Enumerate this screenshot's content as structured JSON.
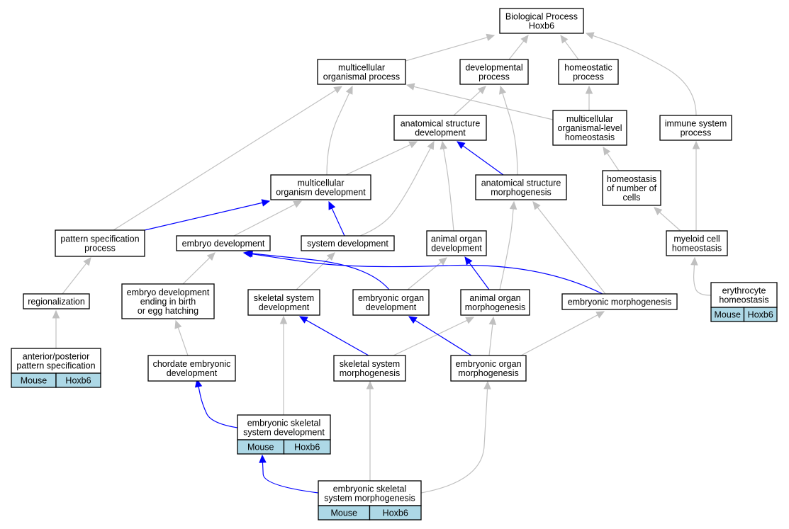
{
  "colors": {
    "box_stroke": "#000000",
    "box_fill": "#ffffff",
    "tag_fill": "#add8e6",
    "edge_is_a": "#c0c0c0",
    "edge_part_of": "#0000ff"
  },
  "nodes": [
    {
      "id": "biological-process",
      "lines": [
        "Biological Process",
        "Hoxb6"
      ]
    },
    {
      "id": "multicellular-organismal-process",
      "lines": [
        "multicellular",
        "organismal process"
      ]
    },
    {
      "id": "developmental-process",
      "lines": [
        "developmental",
        "process"
      ]
    },
    {
      "id": "homeostatic-process",
      "lines": [
        "homeostatic",
        "process"
      ]
    },
    {
      "id": "anatomical-structure-development",
      "lines": [
        "anatomical structure",
        "development"
      ]
    },
    {
      "id": "multicellular-organismal-level-homeostasis",
      "lines": [
        "multicellular",
        "organismal-level",
        "homeostasis"
      ]
    },
    {
      "id": "immune-system-process",
      "lines": [
        "immune system",
        "process"
      ]
    },
    {
      "id": "multicellular-organism-development",
      "lines": [
        "multicellular",
        "organism development"
      ]
    },
    {
      "id": "anatomical-structure-morphogenesis",
      "lines": [
        "anatomical structure",
        "morphogenesis"
      ]
    },
    {
      "id": "homeostasis-of-number-of-cells",
      "lines": [
        "homeostasis",
        "of number of",
        "cells"
      ]
    },
    {
      "id": "pattern-specification-process",
      "lines": [
        "pattern specification",
        "process"
      ]
    },
    {
      "id": "embryo-development",
      "lines": [
        "embryo development"
      ]
    },
    {
      "id": "system-development",
      "lines": [
        "system development"
      ]
    },
    {
      "id": "animal-organ-development",
      "lines": [
        "animal organ",
        "development"
      ]
    },
    {
      "id": "myeloid-cell-homeostasis",
      "lines": [
        "myeloid cell",
        "homeostasis"
      ]
    },
    {
      "id": "regionalization",
      "lines": [
        "regionalization"
      ]
    },
    {
      "id": "embryo-development-ending-in-birth",
      "lines": [
        "embryo development",
        "ending in birth",
        "or egg hatching"
      ]
    },
    {
      "id": "skeletal-system-development",
      "lines": [
        "skeletal system",
        "development"
      ]
    },
    {
      "id": "embryonic-organ-development",
      "lines": [
        "embryonic organ",
        "development"
      ]
    },
    {
      "id": "animal-organ-morphogenesis",
      "lines": [
        "animal organ",
        "morphogenesis"
      ]
    },
    {
      "id": "embryonic-morphogenesis",
      "lines": [
        "embryonic morphogenesis"
      ]
    },
    {
      "id": "erythrocyte-homeostasis",
      "lines": [
        "erythrocyte",
        "homeostasis"
      ],
      "tags": [
        "Mouse",
        "Hoxb6"
      ]
    },
    {
      "id": "anterior-posterior-pattern-specification",
      "lines": [
        "anterior/posterior",
        "pattern specification"
      ],
      "tags": [
        "Mouse",
        "Hoxb6"
      ]
    },
    {
      "id": "chordate-embryonic-development",
      "lines": [
        "chordate embryonic",
        "development"
      ]
    },
    {
      "id": "skeletal-system-morphogenesis",
      "lines": [
        "skeletal system",
        "morphogenesis"
      ]
    },
    {
      "id": "embryonic-organ-morphogenesis",
      "lines": [
        "embryonic organ",
        "morphogenesis"
      ]
    },
    {
      "id": "embryonic-skeletal-system-development",
      "lines": [
        "embryonic skeletal",
        "system development"
      ],
      "tags": [
        "Mouse",
        "Hoxb6"
      ]
    },
    {
      "id": "embryonic-skeletal-system-morphogenesis",
      "lines": [
        "embryonic skeletal",
        "system morphogenesis"
      ],
      "tags": [
        "Mouse",
        "Hoxb6"
      ]
    }
  ],
  "edges": [
    {
      "from": "multicellular-organismal-process",
      "to": "biological-process",
      "relation": "is_a"
    },
    {
      "from": "developmental-process",
      "to": "biological-process",
      "relation": "is_a"
    },
    {
      "from": "homeostatic-process",
      "to": "biological-process",
      "relation": "is_a"
    },
    {
      "from": "immune-system-process",
      "to": "biological-process",
      "relation": "is_a"
    },
    {
      "from": "anatomical-structure-development",
      "to": "developmental-process",
      "relation": "is_a"
    },
    {
      "from": "multicellular-organismal-level-homeostasis",
      "to": "homeostatic-process",
      "relation": "is_a"
    },
    {
      "from": "multicellular-organismal-level-homeostasis",
      "to": "multicellular-organismal-process",
      "relation": "is_a"
    },
    {
      "from": "multicellular-organism-development",
      "to": "multicellular-organismal-process",
      "relation": "is_a"
    },
    {
      "from": "multicellular-organism-development",
      "to": "anatomical-structure-development",
      "relation": "is_a"
    },
    {
      "from": "pattern-specification-process",
      "to": "multicellular-organismal-process",
      "relation": "is_a"
    },
    {
      "from": "anatomical-structure-morphogenesis",
      "to": "developmental-process",
      "relation": "is_a"
    },
    {
      "from": "anatomical-structure-morphogenesis",
      "to": "anatomical-structure-development",
      "relation": "part_of"
    },
    {
      "from": "system-development",
      "to": "anatomical-structure-development",
      "relation": "is_a"
    },
    {
      "from": "animal-organ-development",
      "to": "anatomical-structure-development",
      "relation": "is_a"
    },
    {
      "from": "homeostasis-of-number-of-cells",
      "to": "multicellular-organismal-level-homeostasis",
      "relation": "is_a"
    },
    {
      "from": "myeloid-cell-homeostasis",
      "to": "homeostasis-of-number-of-cells",
      "relation": "is_a"
    },
    {
      "from": "myeloid-cell-homeostasis",
      "to": "immune-system-process",
      "relation": "is_a"
    },
    {
      "from": "erythrocyte-homeostasis",
      "to": "myeloid-cell-homeostasis",
      "relation": "is_a"
    },
    {
      "from": "pattern-specification-process",
      "to": "multicellular-organism-development",
      "relation": "part_of"
    },
    {
      "from": "embryo-development",
      "to": "multicellular-organism-development",
      "relation": "is_a"
    },
    {
      "from": "system-development",
      "to": "multicellular-organism-development",
      "relation": "part_of"
    },
    {
      "from": "regionalization",
      "to": "pattern-specification-process",
      "relation": "is_a"
    },
    {
      "from": "anterior-posterior-pattern-specification",
      "to": "regionalization",
      "relation": "is_a"
    },
    {
      "from": "embryo-development-ending-in-birth",
      "to": "embryo-development",
      "relation": "is_a"
    },
    {
      "from": "chordate-embryonic-development",
      "to": "embryo-development-ending-in-birth",
      "relation": "is_a"
    },
    {
      "from": "skeletal-system-development",
      "to": "system-development",
      "relation": "is_a"
    },
    {
      "from": "embryonic-organ-development",
      "to": "animal-organ-development",
      "relation": "is_a"
    },
    {
      "from": "embryonic-organ-development",
      "to": "embryo-development",
      "relation": "part_of"
    },
    {
      "from": "animal-organ-morphogenesis",
      "to": "animal-organ-development",
      "relation": "part_of"
    },
    {
      "from": "animal-organ-morphogenesis",
      "to": "anatomical-structure-morphogenesis",
      "relation": "is_a"
    },
    {
      "from": "embryonic-morphogenesis",
      "to": "anatomical-structure-morphogenesis",
      "relation": "is_a"
    },
    {
      "from": "embryonic-morphogenesis",
      "to": "embryo-development",
      "relation": "part_of"
    },
    {
      "from": "skeletal-system-morphogenesis",
      "to": "animal-organ-morphogenesis",
      "relation": "is_a"
    },
    {
      "from": "skeletal-system-morphogenesis",
      "to": "skeletal-system-development",
      "relation": "part_of"
    },
    {
      "from": "embryonic-organ-morphogenesis",
      "to": "animal-organ-morphogenesis",
      "relation": "is_a"
    },
    {
      "from": "embryonic-organ-morphogenesis",
      "to": "embryonic-morphogenesis",
      "relation": "is_a"
    },
    {
      "from": "embryonic-organ-morphogenesis",
      "to": "embryonic-organ-development",
      "relation": "part_of"
    },
    {
      "from": "embryonic-skeletal-system-development",
      "to": "skeletal-system-development",
      "relation": "is_a"
    },
    {
      "from": "embryonic-skeletal-system-development",
      "to": "chordate-embryonic-development",
      "relation": "part_of"
    },
    {
      "from": "embryonic-skeletal-system-morphogenesis",
      "to": "skeletal-system-morphogenesis",
      "relation": "is_a"
    },
    {
      "from": "embryonic-skeletal-system-morphogenesis",
      "to": "embryonic-organ-morphogenesis",
      "relation": "is_a"
    },
    {
      "from": "embryonic-skeletal-system-morphogenesis",
      "to": "embryonic-skeletal-system-development",
      "relation": "part_of"
    }
  ]
}
